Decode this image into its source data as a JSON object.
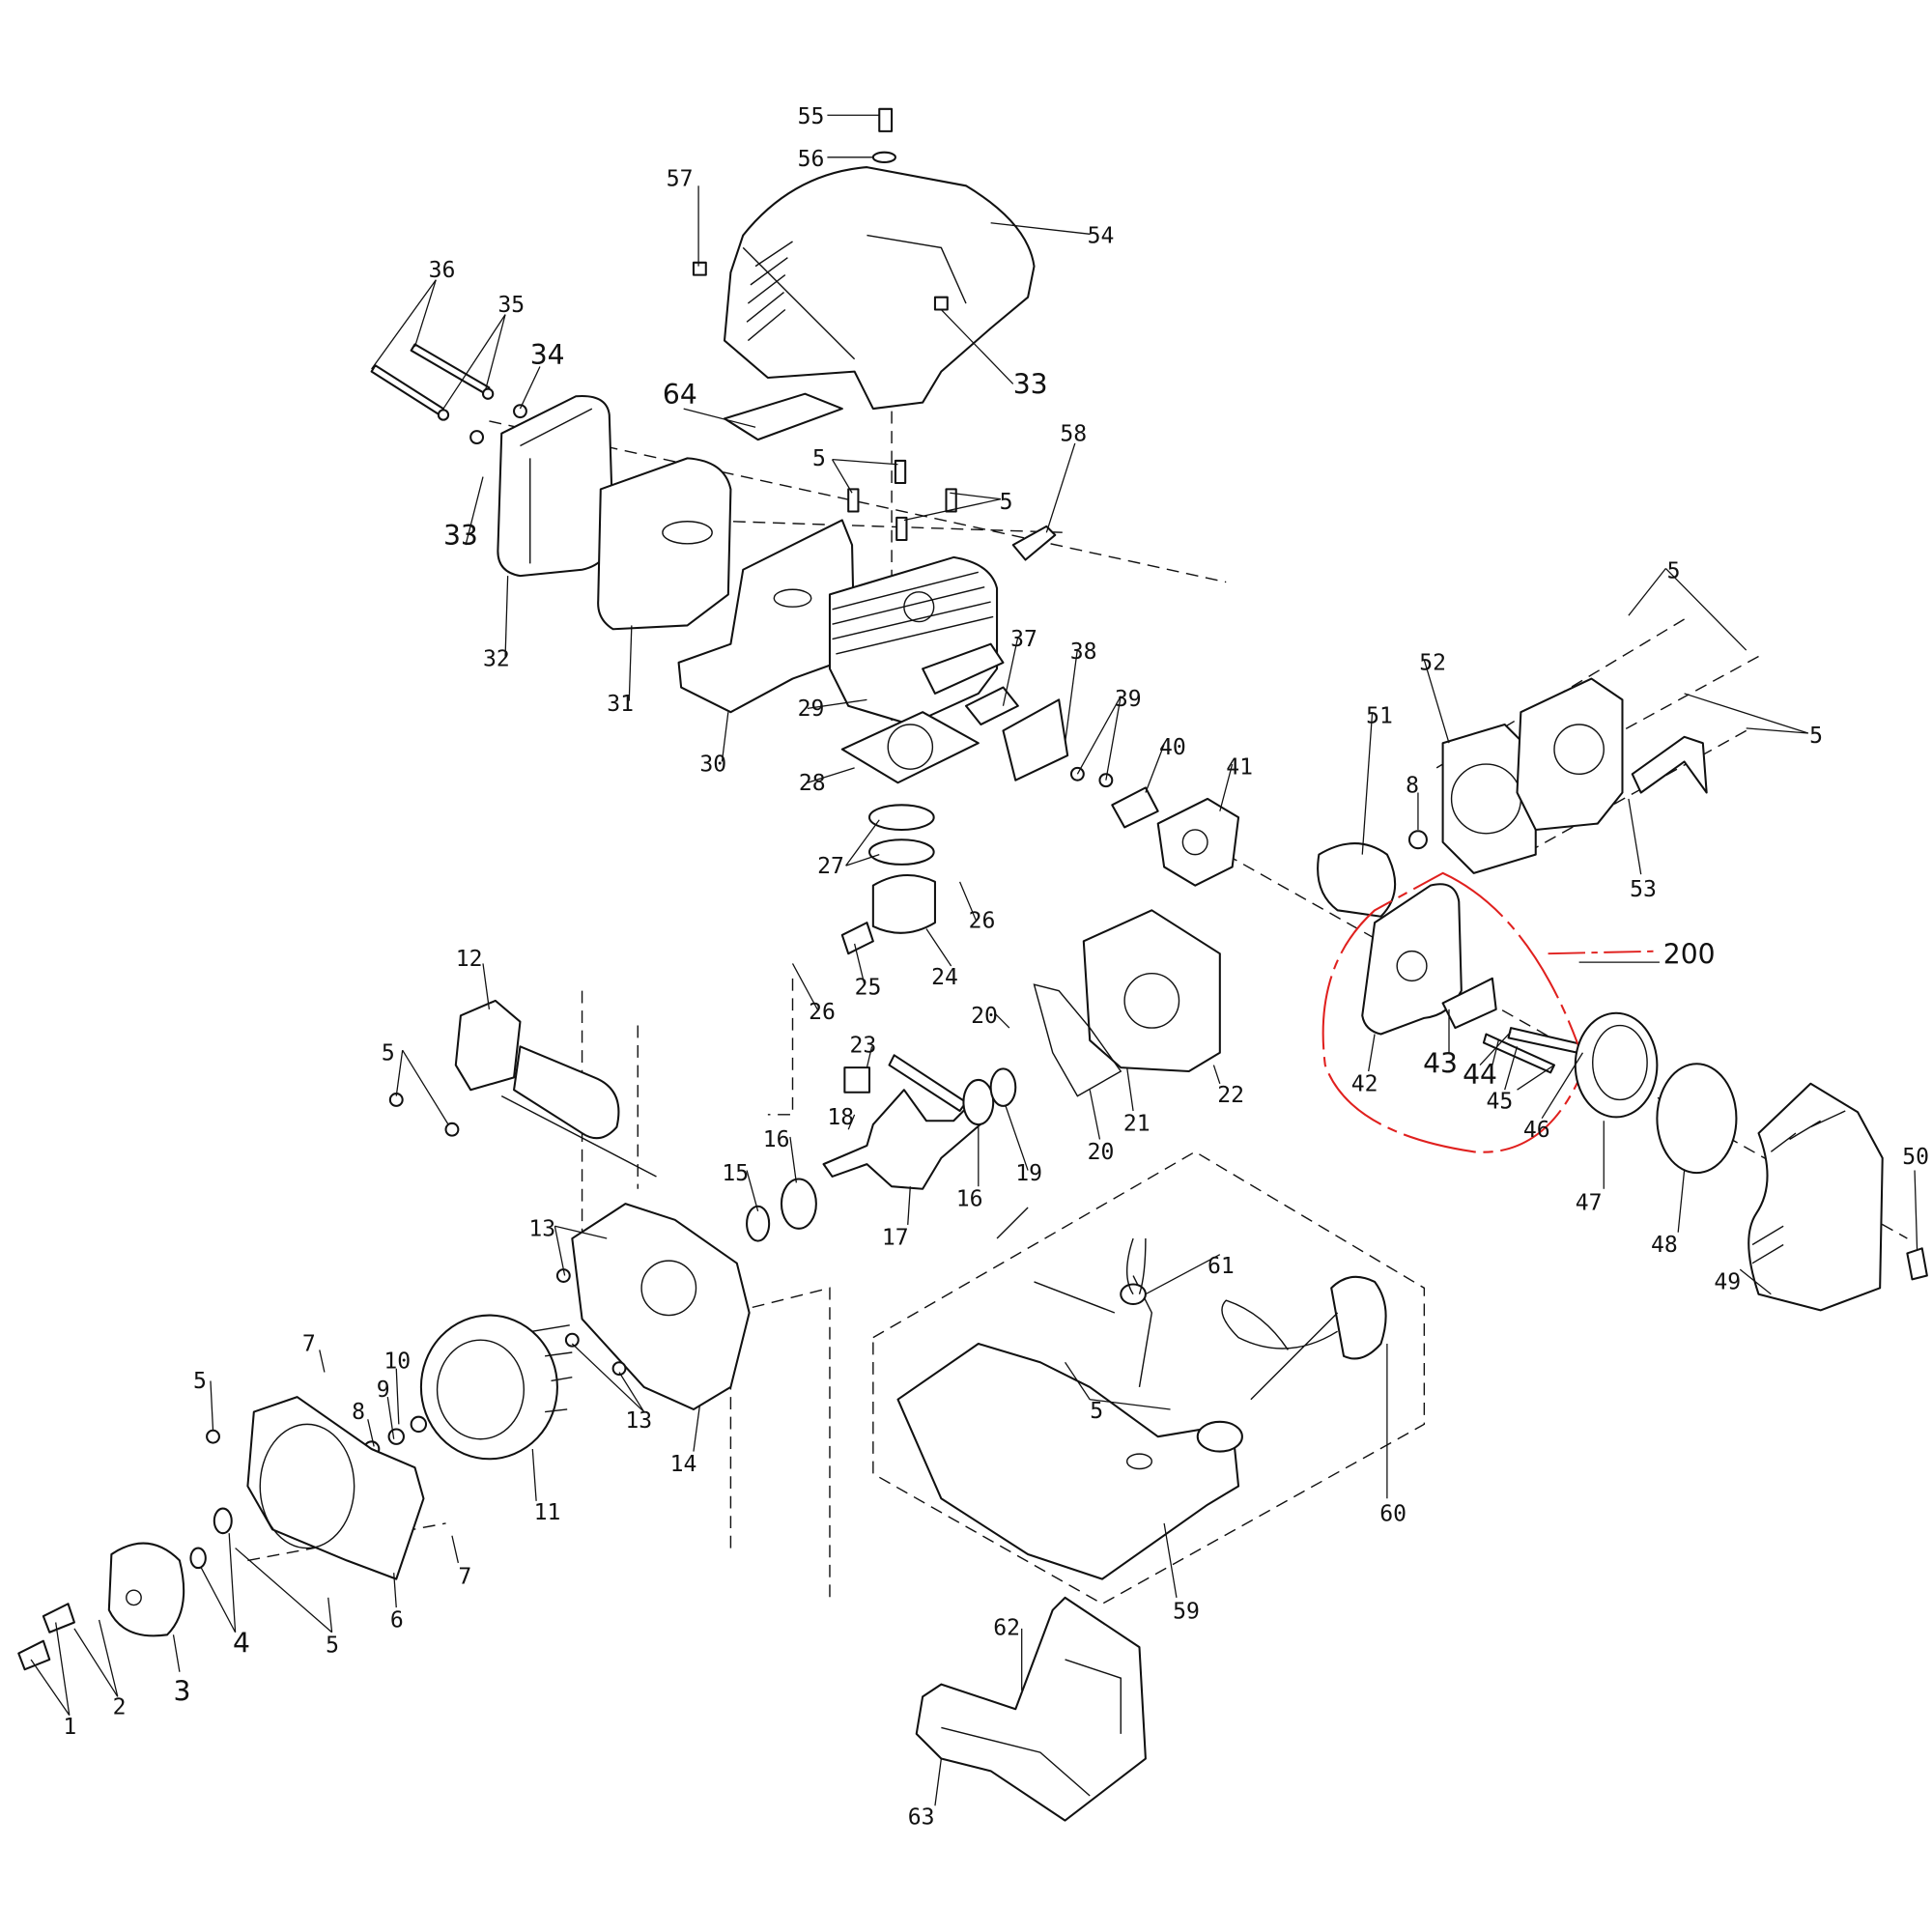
{
  "diagram": {
    "type": "exploded-parts-diagram",
    "highlight_color": "#e0201e",
    "highlight_group_label": "200",
    "labels": [
      "55",
      "56",
      "57",
      "54",
      "36",
      "35",
      "34",
      "64",
      "33",
      "58",
      "5",
      "5",
      "33",
      "32",
      "31",
      "37",
      "38",
      "39",
      "29",
      "30",
      "28",
      "40",
      "41",
      "51",
      "52",
      "5",
      "5",
      "8",
      "53",
      "27",
      "26",
      "24",
      "25",
      "26",
      "12",
      "5",
      "20",
      "22",
      "21",
      "20",
      "23",
      "18",
      "16",
      "16",
      "19",
      "17",
      "15",
      "13",
      "13",
      "14",
      "42",
      "43",
      "44",
      "45",
      "46",
      "200",
      "47",
      "48",
      "49",
      "50",
      "61",
      "60",
      "59",
      "5",
      "62",
      "63",
      "7",
      "5",
      "10",
      "9",
      "8",
      "11",
      "7",
      "6",
      "5",
      "4",
      "3",
      "2",
      "1"
    ]
  }
}
